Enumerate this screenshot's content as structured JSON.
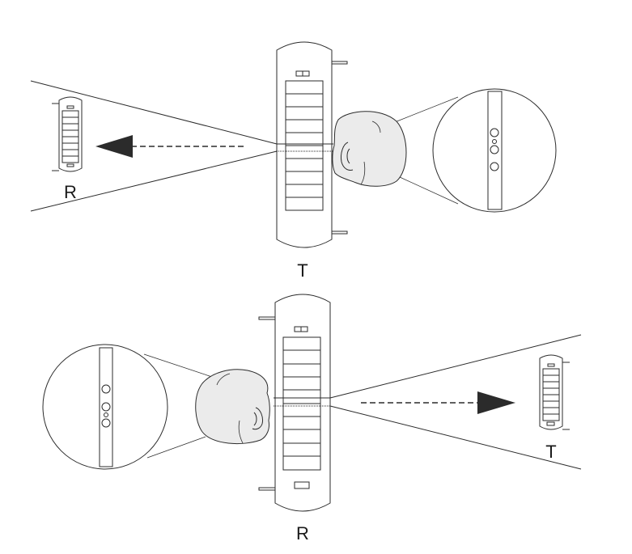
{
  "top_panel": {
    "transmitter_label": "T",
    "receiver_label": "R"
  },
  "bottom_panel": {
    "receiver_label": "R",
    "transmitter_label": "T"
  },
  "colors": {
    "stroke": "#2b2b2b",
    "head_fill": "#ebebeb",
    "background": "#ffffff"
  },
  "icons": [
    "head-silhouette-icon",
    "magnifier-circle-icon",
    "direction-arrow-icon"
  ]
}
